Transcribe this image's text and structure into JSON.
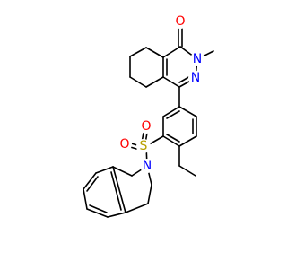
{
  "colors": {
    "bond": "#000000",
    "background": "#ffffff"
  },
  "atoms": [
    {
      "id": "carbonyl-oxygen",
      "label": "O",
      "color": "#ff0000"
    },
    {
      "id": "lactam-nitrogen",
      "label": "N",
      "color": "#0000ff"
    },
    {
      "id": "pyridazine-nitrogen",
      "label": "N",
      "color": "#0000ff"
    },
    {
      "id": "sulfonyl-sulfur",
      "label": "S",
      "color": "#b8a000"
    },
    {
      "id": "sulfonyl-oxygen-upper",
      "label": "O",
      "color": "#ff0000"
    },
    {
      "id": "sulfonyl-oxygen-lower",
      "label": "O",
      "color": "#ff0000"
    },
    {
      "id": "isoquinoline-nitrogen",
      "label": "N",
      "color": "#0000ff"
    }
  ]
}
